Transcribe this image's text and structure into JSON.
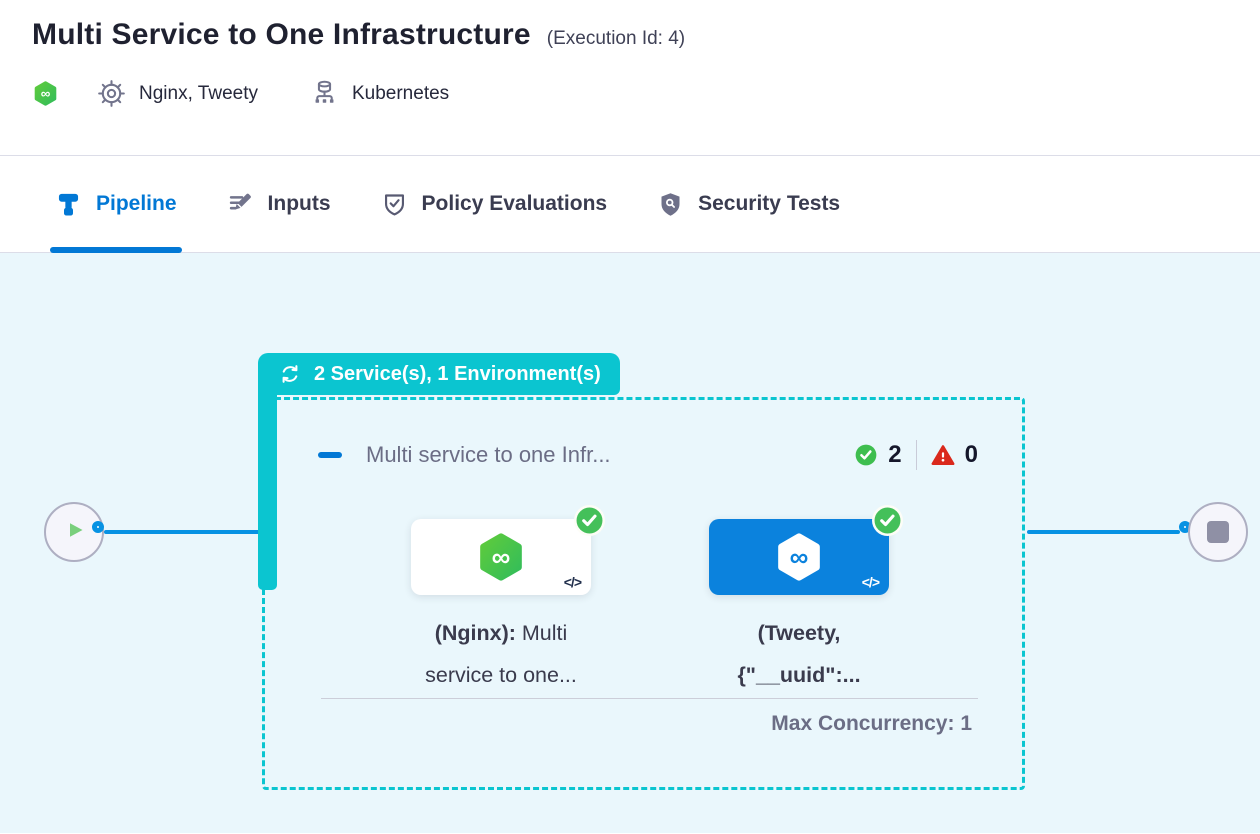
{
  "header": {
    "title": "Multi Service to One Infrastructure",
    "execution_id": "(Execution Id: 4)",
    "services": "Nginx, Tweety",
    "environment": "Kubernetes"
  },
  "tabs": {
    "pipeline": "Pipeline",
    "inputs": "Inputs",
    "policy": "Policy Evaluations",
    "security": "Security Tests"
  },
  "stage": {
    "badge": "2 Service(s), 1 Environment(s)",
    "title": "Multi service to one Infr...",
    "success_count": "2",
    "failed_count": "0",
    "max_concurrency": "Max Concurrency: 1",
    "cells": [
      {
        "line1_bold": "(Nginx):",
        "line1_rest": " Multi",
        "line2": "service to one...",
        "service": "Nginx"
      },
      {
        "line1_bold": "(Tweety,",
        "line1_rest": "",
        "line2": "{\"__uuid\":...",
        "service": "Tweety"
      }
    ],
    "code_glyph": "</>"
  },
  "icons": {
    "harness_logo": "hexagon-infinity",
    "services": "gear-icon",
    "environment": "datacenter-icon",
    "tab_pipeline": "pipeline-icon",
    "tab_inputs": "edit-lines-icon",
    "tab_policy": "shield-check-icon",
    "tab_security": "shield-scan-icon",
    "stage_badge": "cycle-arrows-icon",
    "collapse": "minus-icon",
    "success": "check-circle-icon",
    "failed": "warning-triangle-icon",
    "start_node": "play-icon",
    "end_node": "stop-icon"
  },
  "colors": {
    "teal": "#0BC5D0",
    "primary_blue": "#0278D5",
    "edge_blue": "#0792E3",
    "card_blue": "#0B82DD",
    "success_green": "#3EBE4F",
    "error_red": "#DA291C",
    "canvas_bg": "#EAF7FC"
  }
}
